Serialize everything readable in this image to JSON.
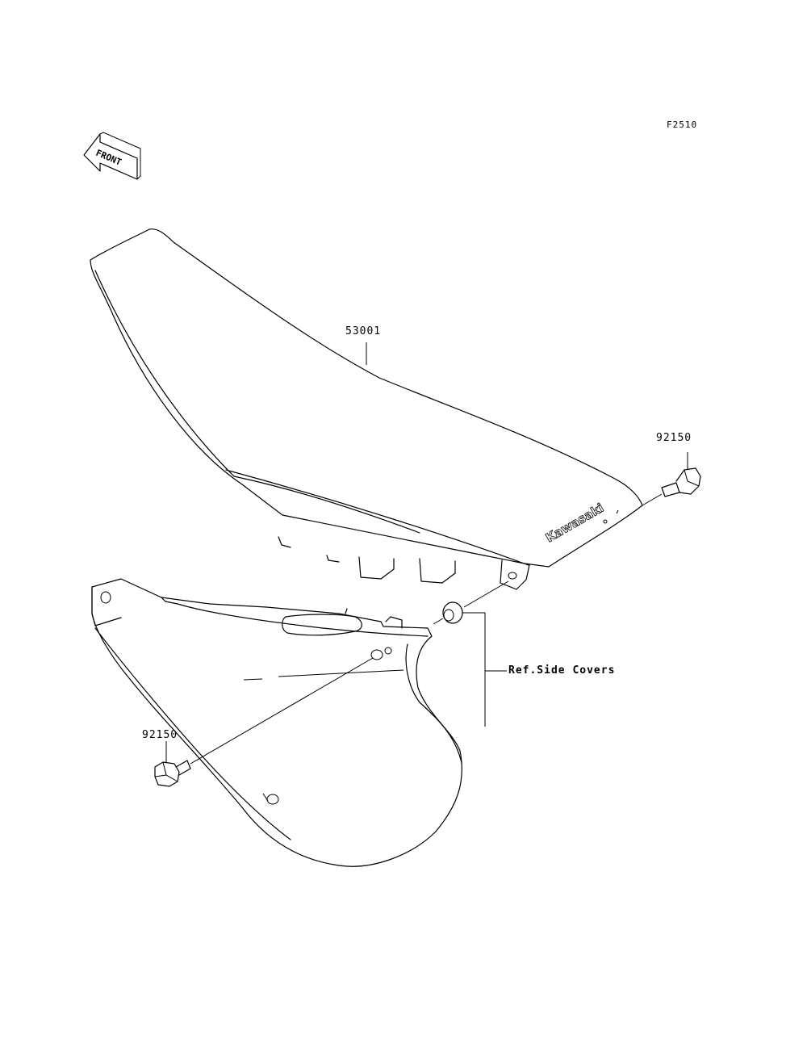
{
  "figure_code": "F2510",
  "front_label": "FRONT",
  "brand_mark": "Kawasaki",
  "callouts": {
    "seat": "53001",
    "bolt_right": "92150",
    "bolt_left": "92150",
    "ref_note": "Ref.Side Covers"
  }
}
